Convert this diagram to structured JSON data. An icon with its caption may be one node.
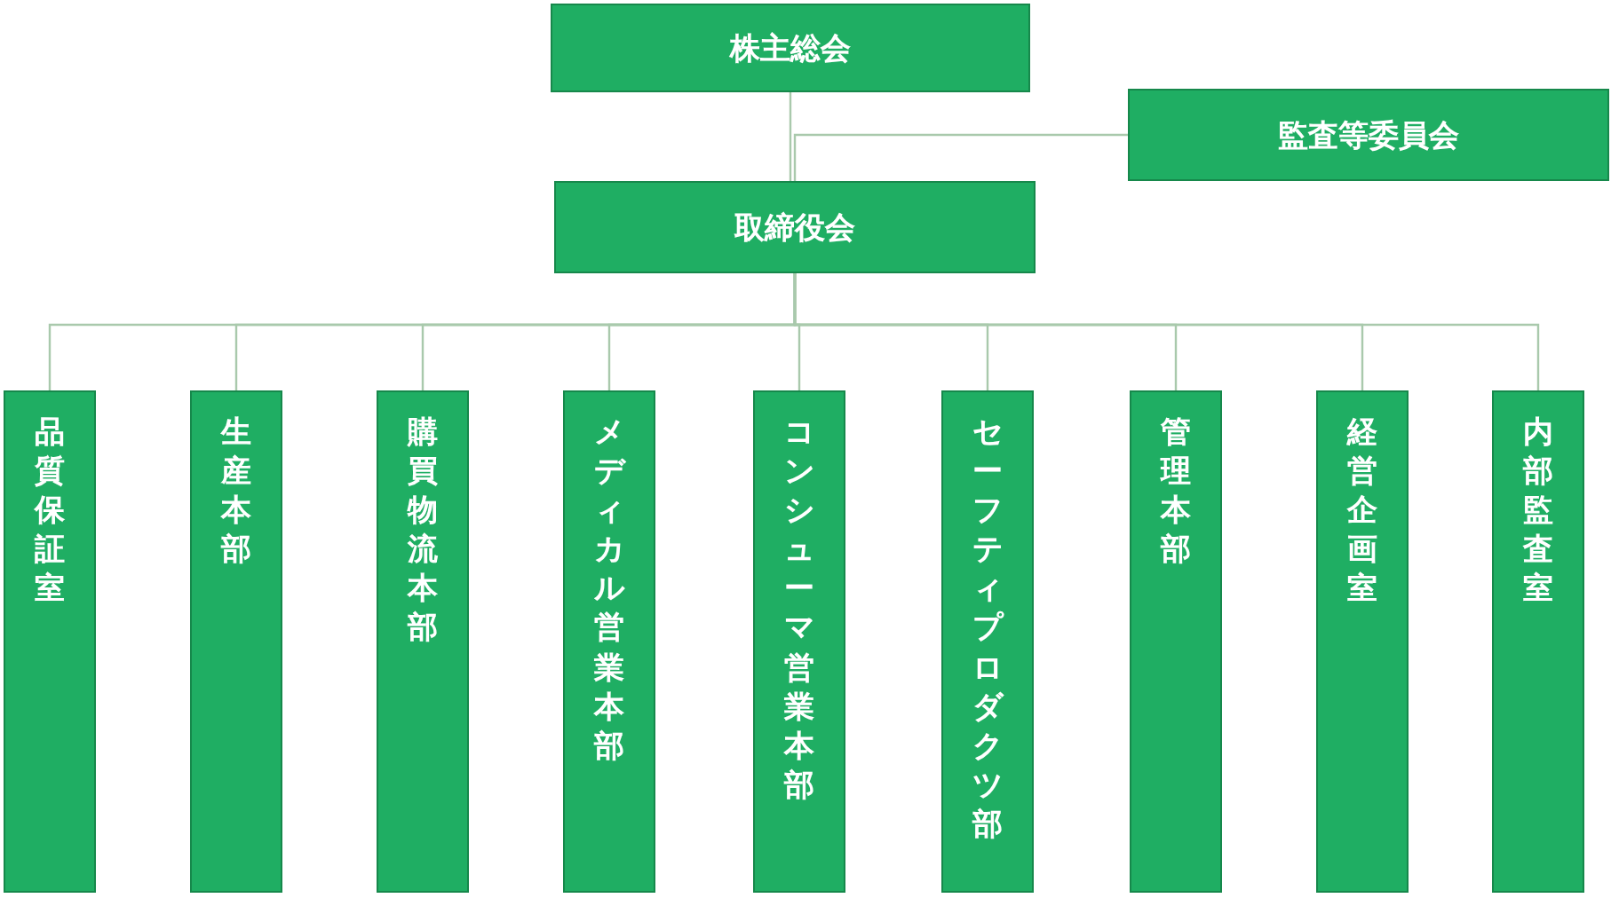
{
  "diagram": {
    "nodes": [
      {
        "text": [
          "株主総会"
        ]
      },
      {
        "text": [
          "監査等委員会"
        ]
      },
      {
        "text": [
          "取締役会"
        ]
      },
      {
        "text": [
          "品質保証室"
        ]
      },
      {
        "text": [
          "生産本部"
        ]
      },
      {
        "text": [
          "購買物流本部"
        ]
      },
      {
        "text": [
          "メディカル営業本部"
        ]
      },
      {
        "text": [
          "コンシューマ営業本部"
        ]
      },
      {
        "text": [
          "セーフティプロダクツ部"
        ]
      },
      {
        "text": [
          "管理本部"
        ]
      },
      {
        "text": [
          "経営企画室"
        ]
      },
      {
        "text": [
          "内部監査室"
        ]
      }
    ],
    "edges": [
      {
        "from": 0,
        "to": 2,
        "arrow": "none"
      },
      {
        "from": 1,
        "to": 2,
        "arrow": "none"
      },
      {
        "from": 2,
        "to": 3,
        "arrow": "none"
      },
      {
        "from": 2,
        "to": 4,
        "arrow": "none"
      },
      {
        "from": 2,
        "to": 5,
        "arrow": "none"
      },
      {
        "from": 2,
        "to": 6,
        "arrow": "none"
      },
      {
        "from": 2,
        "to": 7,
        "arrow": "none"
      },
      {
        "from": 2,
        "to": 8,
        "arrow": "none"
      },
      {
        "from": 2,
        "to": 9,
        "arrow": "none"
      },
      {
        "from": 2,
        "to": 10,
        "arrow": "none"
      },
      {
        "from": 2,
        "to": 11,
        "arrow": "none"
      }
    ]
  }
}
